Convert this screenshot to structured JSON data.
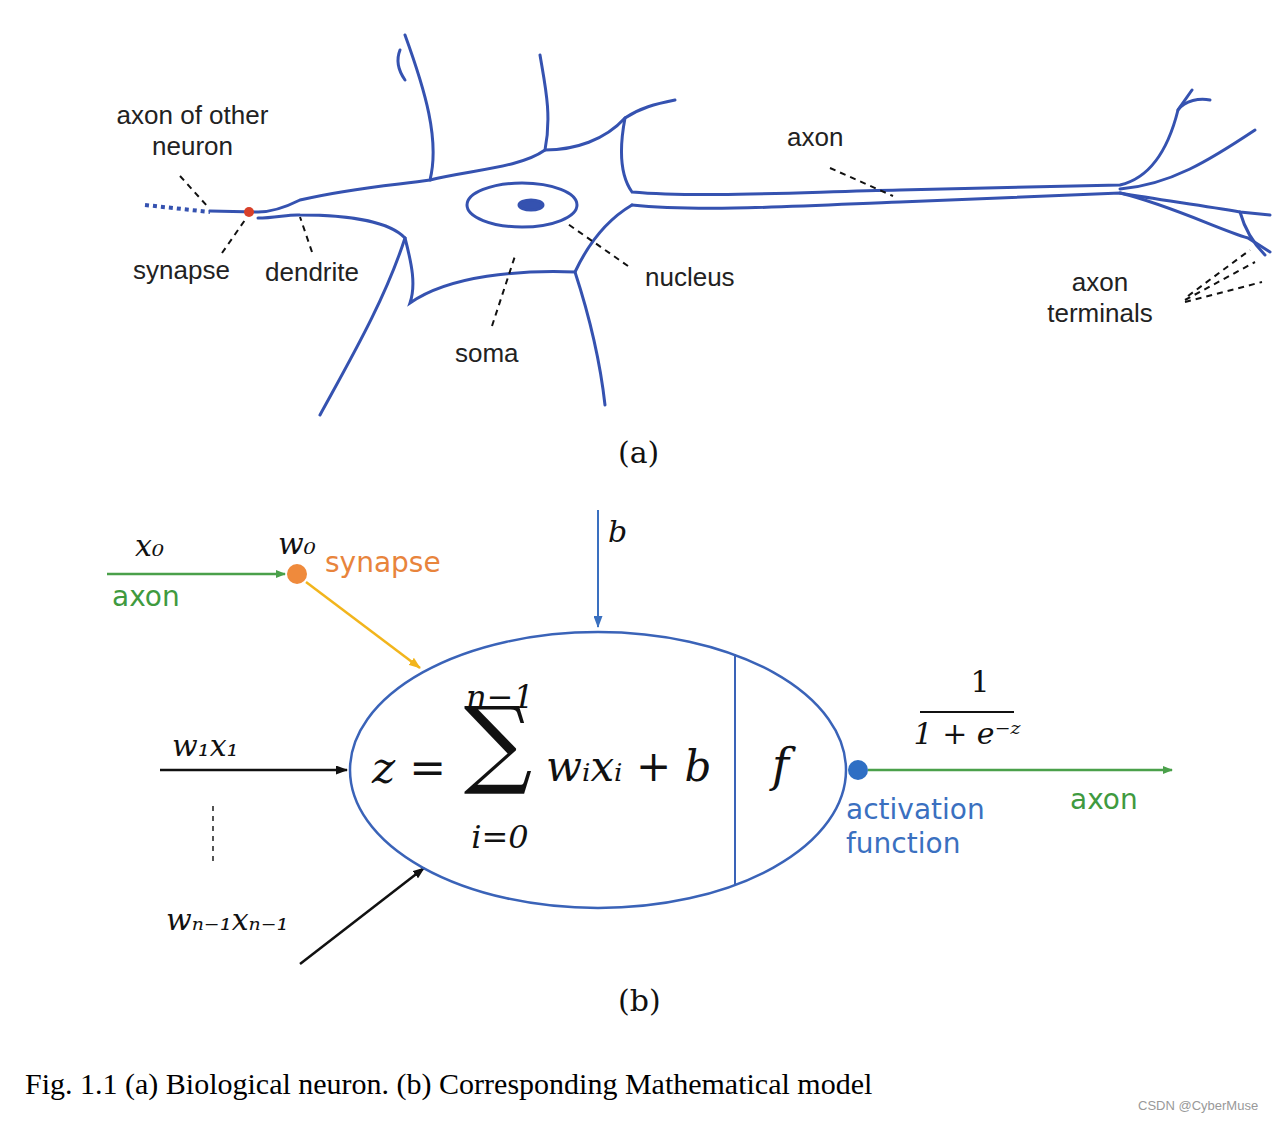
{
  "diagram": {
    "caption": "Fig. 1.1 (a) Biological neuron. (b) Corresponding Mathematical model",
    "nodes": [
      {
        "text": [
          "z =",
          "n−1",
          "∑",
          "i=0",
          "wᵢxᵢ + b",
          "f"
        ]
      }
    ],
    "labels": [
      "axon of other neuron",
      "synapse",
      "dendrite",
      "nucleus",
      "soma",
      "axon",
      "axon terminals",
      "(a)",
      "x₀",
      "w₀",
      "synapse",
      "axon",
      "b",
      "w₁x₁",
      "wₙ₋₁xₙ₋₁",
      "1",
      "1 + e⁻ᶻ",
      "activation function",
      "axon",
      "(b)",
      "CSDN @CyberMuse"
    ]
  }
}
